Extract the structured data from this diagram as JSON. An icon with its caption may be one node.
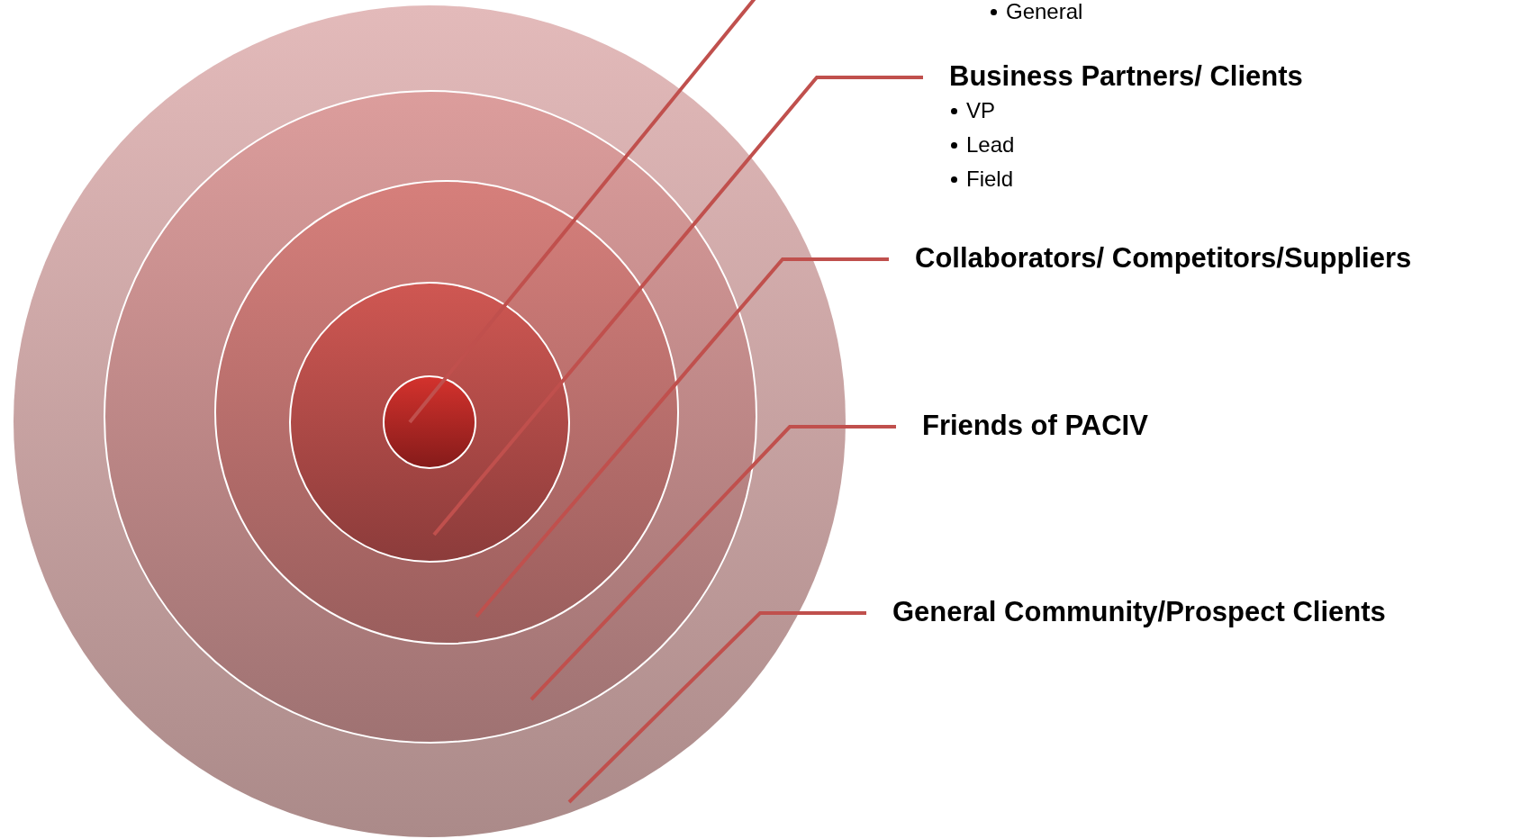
{
  "diagram": {
    "nodes": [
      {
        "text": [],
        "shape": "circle"
      },
      {
        "text": [],
        "shape": "circle",
        "in": 0
      },
      {
        "text": [],
        "shape": "circle",
        "in": 1
      },
      {
        "text": [],
        "shape": "circle",
        "in": 2
      },
      {
        "text": [],
        "shape": "circle",
        "in": 3
      },
      {
        "text": [
          "Business Partners/ Clients",
          "VP",
          "Lead",
          "Field"
        ]
      },
      {
        "text": [
          "Collaborators/ Competitors/Suppliers"
        ]
      },
      {
        "text": [
          "Friends of PACIV"
        ]
      },
      {
        "text": [
          "General Community/Prospect Clients"
        ]
      }
    ],
    "edges": [
      {
        "from": null,
        "to": 4,
        "arrow": "none"
      },
      {
        "from": 5,
        "to": 3,
        "arrow": "none"
      },
      {
        "from": 6,
        "to": 2,
        "arrow": "none"
      },
      {
        "from": 7,
        "to": 1,
        "arrow": "none"
      },
      {
        "from": 8,
        "to": 0,
        "arrow": "none"
      }
    ],
    "labels": [
      "General"
    ]
  }
}
